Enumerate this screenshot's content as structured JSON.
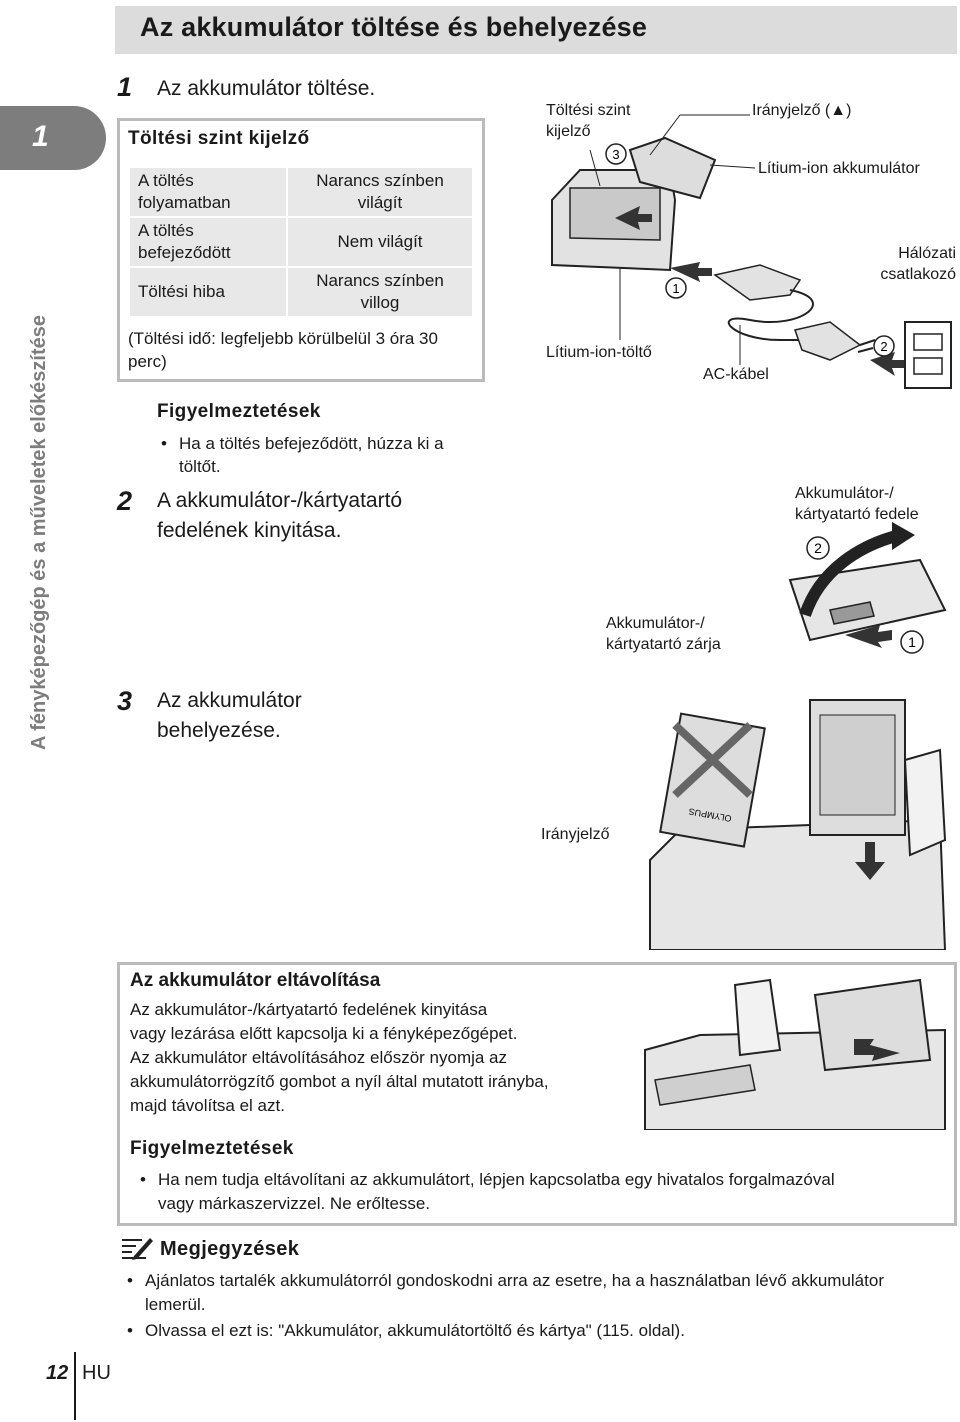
{
  "header": {
    "title": "Az akkumulátor töltése és behelyezése"
  },
  "chapter": {
    "number": "1",
    "side_title": "A fényképezőgép és a műveletek előkészítése"
  },
  "step1": {
    "num": "1",
    "text": "Az akkumulátor töltése.",
    "box": {
      "heading": "Töltési szint kijelző",
      "rows": [
        {
          "state": "A töltés folyamatban",
          "indicator": "Narancs színben világít"
        },
        {
          "state": "A töltés befejeződött",
          "indicator": "Nem világít"
        },
        {
          "state": "Töltési hiba",
          "indicator": "Narancs színben villog"
        }
      ],
      "note": "(Töltési idő: legfeljebb körülbelül 3 óra 30 perc)"
    },
    "warning_title": "Figyelmeztetések",
    "warnings": [
      "Ha a töltés befejeződött, húzza ki a töltőt."
    ]
  },
  "step2": {
    "num": "2",
    "text": "A akkumulátor-/kártyatartó fedelének kinyitása."
  },
  "step3": {
    "num": "3",
    "text": "Az akkumulátor behelyezése."
  },
  "diagram1": {
    "lbl_charge_indicator": "Töltési szint kijelző",
    "lbl_direction": "Irányjelző (▲)",
    "lbl_liion_battery": "Lítium-ion akkumulátor",
    "lbl_outlet": "Hálózati csatlakozó",
    "lbl_charger": "Lítium-ion-töltő",
    "lbl_ac_cable": "AC-kábel",
    "n1": "1",
    "n2": "2",
    "n3": "3"
  },
  "diagram2": {
    "lbl_cover": "Akkumulátor-/ kártyatartó fedele",
    "lbl_lock": "Akkumulátor-/ kártyatartó zárja",
    "n1": "1",
    "n2": "2"
  },
  "diagram3": {
    "lbl_direction": "Irányjelző",
    "brand": "OLYMPUS"
  },
  "removal": {
    "title": "Az akkumulátor eltávolítása",
    "lines": [
      "Az akkumulátor-/kártyatartó fedelének kinyitása",
      "vagy lezárása előtt kapcsolja ki a fényképezőgépet.",
      "Az akkumulátor eltávolításához először nyomja az",
      "akkumulátorrögzítő gombot a nyíl által mutatott irányba,",
      "majd távolítsa el azt."
    ],
    "warning_title": "Figyelmeztetések",
    "warning": "Ha nem tudja eltávolítani az akkumulátort, lépjen kapcsolatba egy hivatalos forgalmazóval vagy márkaszervizzel. Ne erőltesse."
  },
  "notes": {
    "title": "Megjegyzések",
    "items": [
      "Ajánlatos tartalék akkumulátorról gondoskodni arra az esetre, ha a használatban lévő akkumulátor lemerül.",
      "Olvassa el ezt is: \"Akkumulátor, akkumulátortöltő és kártya\" (115. oldal)."
    ]
  },
  "footer": {
    "page": "12",
    "lang": "HU"
  }
}
